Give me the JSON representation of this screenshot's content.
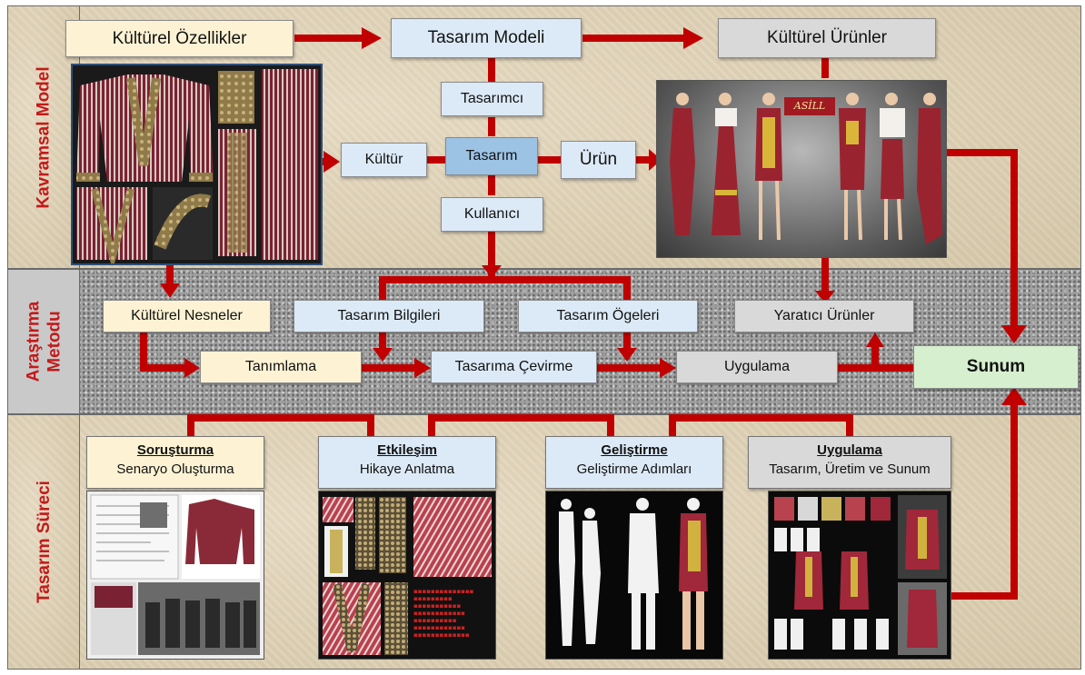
{
  "sections": {
    "top": "Kavramsal Model",
    "middle": "Araştırma Metodu",
    "bottom": "Tasarım Süreci"
  },
  "top_row": {
    "cultural_features": "Kültürel Özellikler",
    "design_model": "Tasarım Modeli",
    "cultural_products": "Kültürel Ürünler"
  },
  "model": {
    "designer": "Tasarımcı",
    "culture": "Kültür",
    "design": "Tasarım",
    "product": "Ürün",
    "user": "Kullanıcı"
  },
  "brand_sign": "ASİLL",
  "method": {
    "cultural_objects": "Kültürel Nesneler",
    "design_info": "Tasarım Bilgileri",
    "design_elements": "Tasarım Ögeleri",
    "creative_products": "Yaratıcı Ürünler",
    "identification": "Tanımlama",
    "translate_design": "Tasarıma Çevirme",
    "application": "Uygulama",
    "presentation": "Sunum"
  },
  "process": [
    {
      "title": "Soruşturma",
      "subtitle": "Senaryo Oluşturma"
    },
    {
      "title": "Etkileşim",
      "subtitle": "Hikaye Anlatma"
    },
    {
      "title": "Geliştirme",
      "subtitle": "Geliştirme Adımları"
    },
    {
      "title": "Uygulama",
      "subtitle": "Tasarım, Üretim ve Sunum"
    }
  ],
  "colors": {
    "arrow": "#c00000",
    "section_label": "#c41a1a",
    "cream": "#fdf3d4",
    "blue": "#dceaf7",
    "grey": "#d9d9d9",
    "green": "#d6f0cf"
  }
}
